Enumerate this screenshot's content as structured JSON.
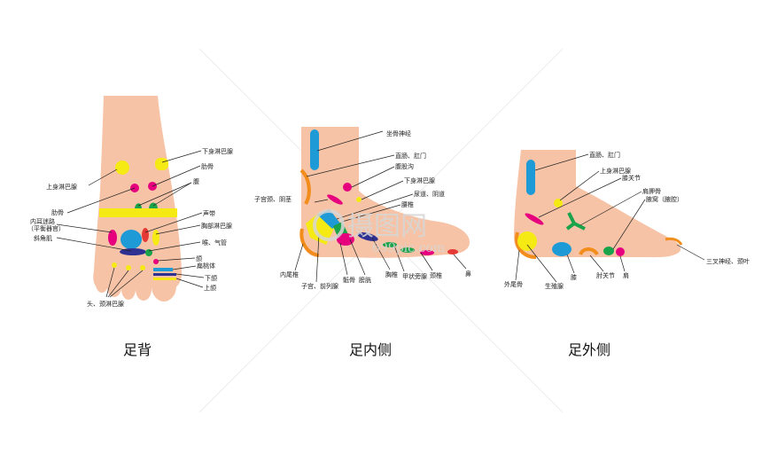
{
  "captions": {
    "dorsal": "足背",
    "inner": "足内侧",
    "outer": "足外侧"
  },
  "watermark": {
    "main": "摄图网",
    "sub": "699pic.com"
  },
  "colors": {
    "skin": "#f6c3a6",
    "yellow": "#f5ea14",
    "blue": "#1e9bd7",
    "navy": "#2e3192",
    "magenta": "#e6007e",
    "red": "#e53935",
    "green": "#1aa34a",
    "orange": "#f28c1a"
  },
  "dorsal_labels": {
    "lower_lymph": "下身淋巴腺",
    "upper_lymph": "上身淋巴腺",
    "ribs": "肋骨",
    "groin": "腹",
    "rib_bone": "肋骨",
    "vocal_cord": "声带",
    "chest_lymph": "胸部淋巴腺",
    "inner_ear": "内耳迷路",
    "inner_ear_sub": "（平衡器官）",
    "throat": "喉、气管",
    "trapezius": "斜角肌",
    "jaw": "颌",
    "tonsil": "扁桃体",
    "lower_jaw": "下颌",
    "upper_jaw": "上颌",
    "head_neck_lymph": "头、颈淋巴腺"
  },
  "inner_labels": {
    "sciatic": "坐骨神经",
    "rectum": "直肠、肛门",
    "groin_muscle": "腹股沟",
    "lower_lymph": "下身淋巴腺",
    "uterus": "子宫颈、阴茎",
    "urethra": "尿道、阴道",
    "lumbar": "腰椎",
    "coccyx": "内尾椎",
    "uterus_prostate": "子宫、前列腺",
    "sacrum": "骶骨",
    "bladder": "膀胱",
    "thoracic": "胸椎",
    "thyroid": "甲状旁腺",
    "cervical": "颈椎",
    "nose": "鼻"
  },
  "outer_labels": {
    "rectum": "直肠、肛门",
    "upper_lymph": "上身淋巴腺",
    "knee_joint": "膝关节",
    "scapula": "肩胛骨",
    "axilla": "腋窝（腋腔）",
    "coccyx": "外尾骨",
    "gonad": "生殖腺",
    "knee": "膝",
    "elbow": "肘关节",
    "shoulder": "肩",
    "trigeminal": "三叉神经、颈叶"
  }
}
